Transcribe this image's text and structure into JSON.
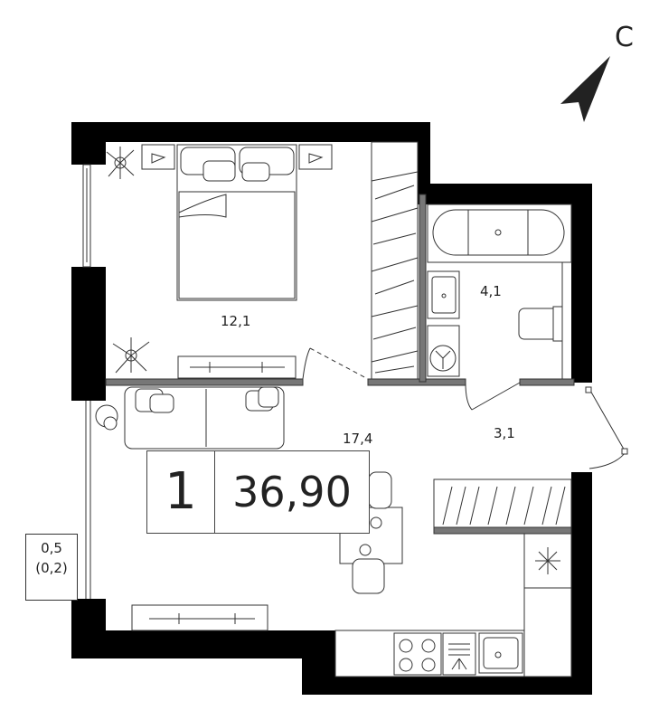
{
  "compass": {
    "label": "С"
  },
  "apartment": {
    "rooms": "1",
    "total_area": "36,90"
  },
  "rooms": {
    "bedroom_area": "12,1",
    "bathroom_area": "4,1",
    "hall_area": "3,1",
    "living_kitchen_area": "17,4"
  },
  "balcony": {
    "area": "0,5",
    "area_reduced": "(0,2)"
  },
  "colors": {
    "wall": "#000000",
    "line": "#333333",
    "background": "#ffffff",
    "partition": "#777777"
  }
}
